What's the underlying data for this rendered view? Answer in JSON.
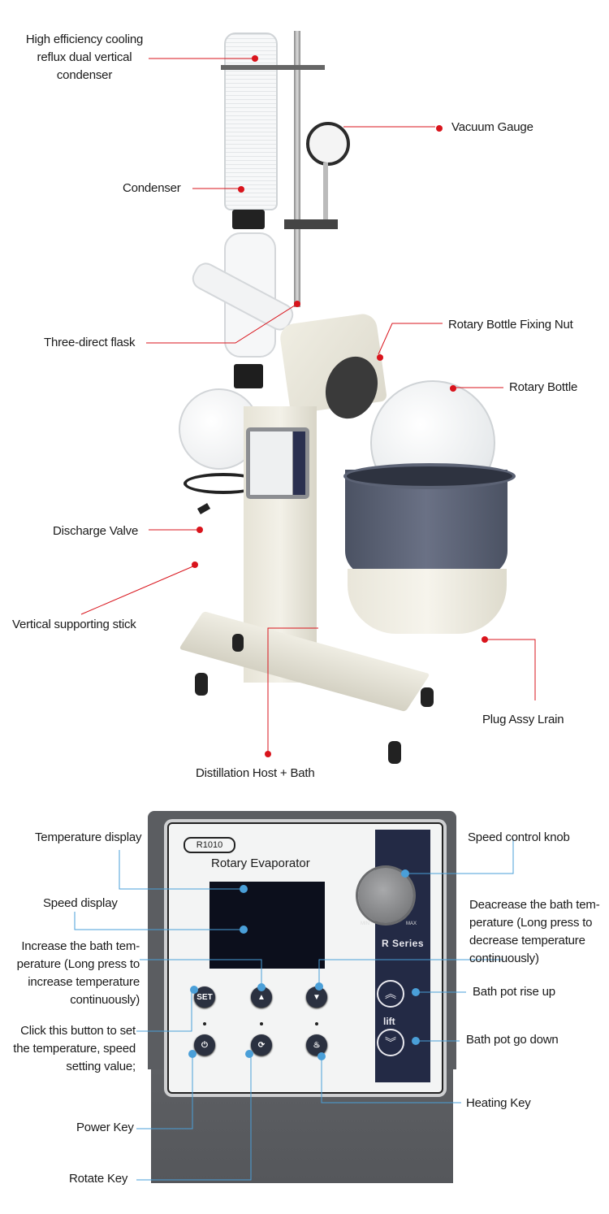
{
  "product_photo": {
    "callouts": [
      {
        "id": "reflux-condenser",
        "text": "High efficiency cooling reflux dual vertical condenser"
      },
      {
        "id": "condenser",
        "text": "Condenser"
      },
      {
        "id": "vacuum-gauge",
        "text": "Vacuum Gauge"
      },
      {
        "id": "three-direct-flask",
        "text": "Three-direct flask"
      },
      {
        "id": "fixing-nut",
        "text": "Rotary Bottle Fixing Nut"
      },
      {
        "id": "rotary-bottle",
        "text": "Rotary Bottle"
      },
      {
        "id": "discharge-valve",
        "text": "Discharge Valve"
      },
      {
        "id": "supporting-stick",
        "text": "Vertical supporting stick"
      },
      {
        "id": "plug-assy",
        "text": "Plug Assy Lrain"
      },
      {
        "id": "host-bath",
        "text": "Distillation Host + Bath"
      }
    ],
    "callout_color": "#d9141c"
  },
  "control_panel": {
    "model": "R1010",
    "title": "Rotary Evaporator",
    "series": "R Series",
    "lift_label": "lift",
    "knob_min": "MIN",
    "knob_max": "MAX",
    "keys": {
      "set": "SET",
      "up": "▲",
      "down": "▼",
      "power": "⏻",
      "rotate": "⟳",
      "heat": "♨",
      "lift_up": "︽",
      "lift_down": "︾"
    },
    "callout_color": "#4a9fd8",
    "callouts": [
      {
        "id": "temperature-display",
        "text": "Temperature display"
      },
      {
        "id": "speed-display",
        "text": "Speed display"
      },
      {
        "id": "increase-temp",
        "text": "Increase the bath tem- perature (Long press to increase temperature continuously)"
      },
      {
        "id": "set-button",
        "text": "Click this button to set the temperature, speed setting value;"
      },
      {
        "id": "power-key",
        "text": "Power Key"
      },
      {
        "id": "rotate-key",
        "text": "Rotate Key"
      },
      {
        "id": "speed-knob",
        "text": "Speed control knob"
      },
      {
        "id": "decrease-temp",
        "text": "Deacrease the bath tem- perature (Long press to decrease temperature continuously)"
      },
      {
        "id": "bath-up",
        "text": "Bath pot rise up"
      },
      {
        "id": "bath-down",
        "text": "Bath pot go down"
      },
      {
        "id": "heating-key",
        "text": "Heating Key"
      }
    ]
  }
}
